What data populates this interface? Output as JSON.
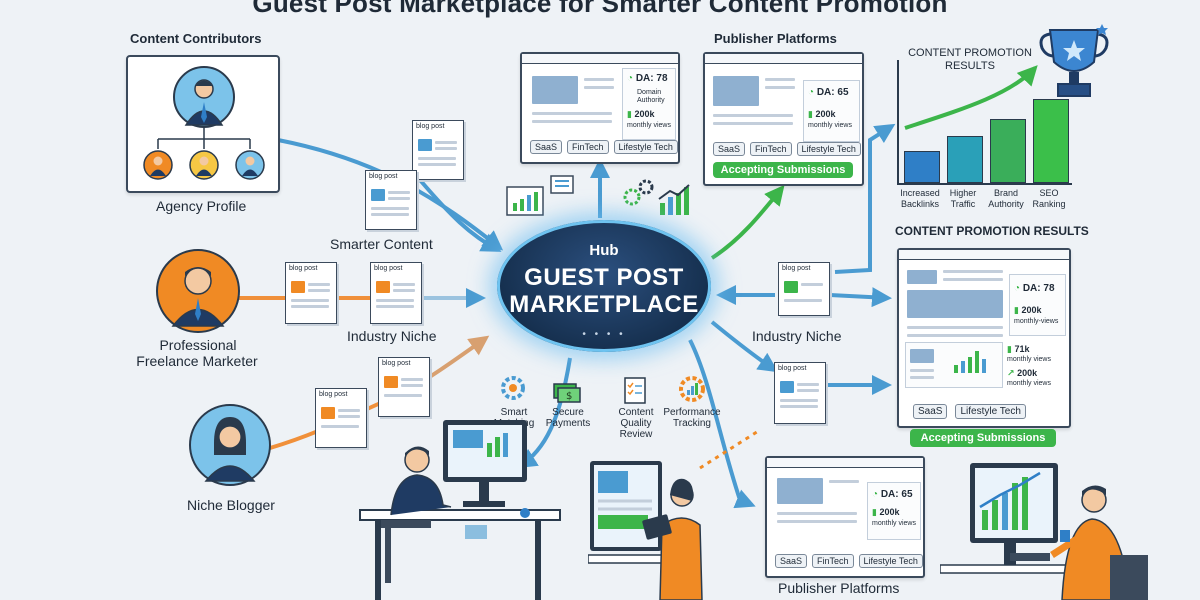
{
  "title": "Guest Post Marketplace for Smarter Content Promotion",
  "hub": {
    "small": "Hub",
    "line1": "GUEST POST",
    "line2": "MARKETPLACE",
    "dots": "• • • •"
  },
  "contributors": {
    "heading": "Content Contributors",
    "agency": "Agency Profile",
    "freelance_line1": "Professional",
    "freelance_line2": "Freelance Marketer",
    "niche_blogger": "Niche Blogger"
  },
  "flow_labels": {
    "smarter_content": "Smarter Content",
    "industry_niche_left": "Industry Niche",
    "industry_niche_right": "Industry Niche"
  },
  "doc_label": "blog post",
  "features": [
    {
      "line1": "Smart",
      "line2": "Matching",
      "line3": "",
      "icon": "gear-icon"
    },
    {
      "line1": "Secure",
      "line2": "Payments",
      "line3": "",
      "icon": "money-icon"
    },
    {
      "line1": "Content",
      "line2": "Quality",
      "line3": "Review",
      "icon": "checklist-icon"
    },
    {
      "line1": "Performance",
      "line2": "Tracking",
      "line3": "",
      "icon": "gear-chart-icon"
    }
  ],
  "publishers_top": {
    "heading": "Publisher Platforms",
    "card1": {
      "da": "DA: 78",
      "da_sub1": "Domain",
      "da_sub2": "Authority",
      "views": "200k",
      "views_sub": "monthly views",
      "tags": [
        "SaaS",
        "FinTech",
        "Lifestyle Tech"
      ]
    },
    "card2": {
      "da": "DA: 65",
      "views": "200k",
      "views_sub": "monthly views",
      "tags": [
        "SaaS",
        "FinTech",
        "Lifestyle Tech"
      ],
      "status": "Accepting Submissions"
    }
  },
  "results_chart": {
    "heading_line1": "CONTENT PROMOTION",
    "heading_line2": "RESULTS",
    "bars": [
      {
        "line1": "Increased",
        "line2": "Backlinks",
        "value": 30,
        "color": "#2f7fc7"
      },
      {
        "line1": "Higher",
        "line2": "Traffic",
        "value": 45,
        "color": "#2aa0b8"
      },
      {
        "line1": "Brand",
        "line2": "Authority",
        "value": 62,
        "color": "#3aae5a"
      },
      {
        "line1": "SEO",
        "line2": "Ranking",
        "value": 82,
        "color": "#3bbf4a"
      }
    ]
  },
  "results_panel": {
    "heading": "CONTENT PROMOTION RESULTS",
    "da": "DA: 78",
    "views1": "200k",
    "views1_sub": "monthly-views",
    "views2": "71k",
    "views2_sub": "monthly views",
    "views3": "200k",
    "views3_sub": "monthly views",
    "tags": [
      "SaaS",
      "Lifestyle Tech"
    ],
    "status": "Accepting Submissions"
  },
  "publishers_bottom": {
    "heading": "Publisher Platforms",
    "da": "DA: 65",
    "views": "200k",
    "views_sub": "monthly views",
    "tags": [
      "SaaS",
      "FinTech",
      "Lifestyle Tech"
    ]
  },
  "colors": {
    "background": "#eef2f6",
    "hub": "#16304f",
    "flow_blue": "#4a9bd1",
    "flow_orange": "#f0903a",
    "flow_green": "#3cb54a",
    "accent_orange": "#f08a24"
  }
}
